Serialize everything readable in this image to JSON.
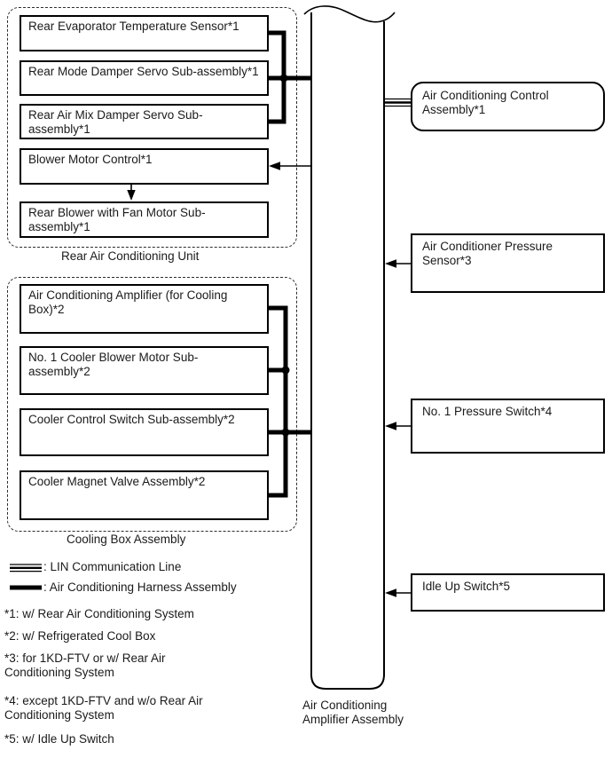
{
  "colors": {
    "line": "#000000",
    "background": "#ffffff",
    "text": "#1a1a1a"
  },
  "groups": {
    "rear_unit": {
      "label": "Rear Air Conditioning Unit",
      "boxes": [
        "Rear Evaporator Temperature Sensor*1",
        "Rear Mode Damper Servo Sub-assembly*1",
        "Rear Air Mix Damper Servo Sub-assembly*1",
        "Blower Motor Control*1",
        "Rear Blower with Fan Motor Sub-assembly*1"
      ]
    },
    "cooling_box": {
      "label": "Cooling Box Assembly",
      "boxes": [
        "Air Conditioning Amplifier (for Cooling Box)*2",
        "No. 1 Cooler Blower Motor Sub-assembly*2",
        "Cooler Control Switch Sub-assembly*2",
        "Cooler Magnet Valve Assembly*2"
      ]
    }
  },
  "amplifier": {
    "label": "Air Conditioning\nAmplifier Assembly"
  },
  "right_boxes": [
    "Air Conditioning Control Assembly*1",
    "Air Conditioner Pressure Sensor*3",
    "No. 1 Pressure Switch*4",
    "Idle Up Switch*5"
  ],
  "legend": {
    "lin": ": LIN Communication Line",
    "harness": ": Air Conditioning Harness Assembly"
  },
  "footnotes": [
    "*1: w/ Rear Air Conditioning System",
    "*2: w/ Refrigerated Cool Box",
    "*3: for 1KD-FTV or w/ Rear Air Conditioning System",
    "*4: except 1KD-FTV and w/o Rear Air Conditioning System",
    "*5: w/ Idle Up Switch"
  ]
}
